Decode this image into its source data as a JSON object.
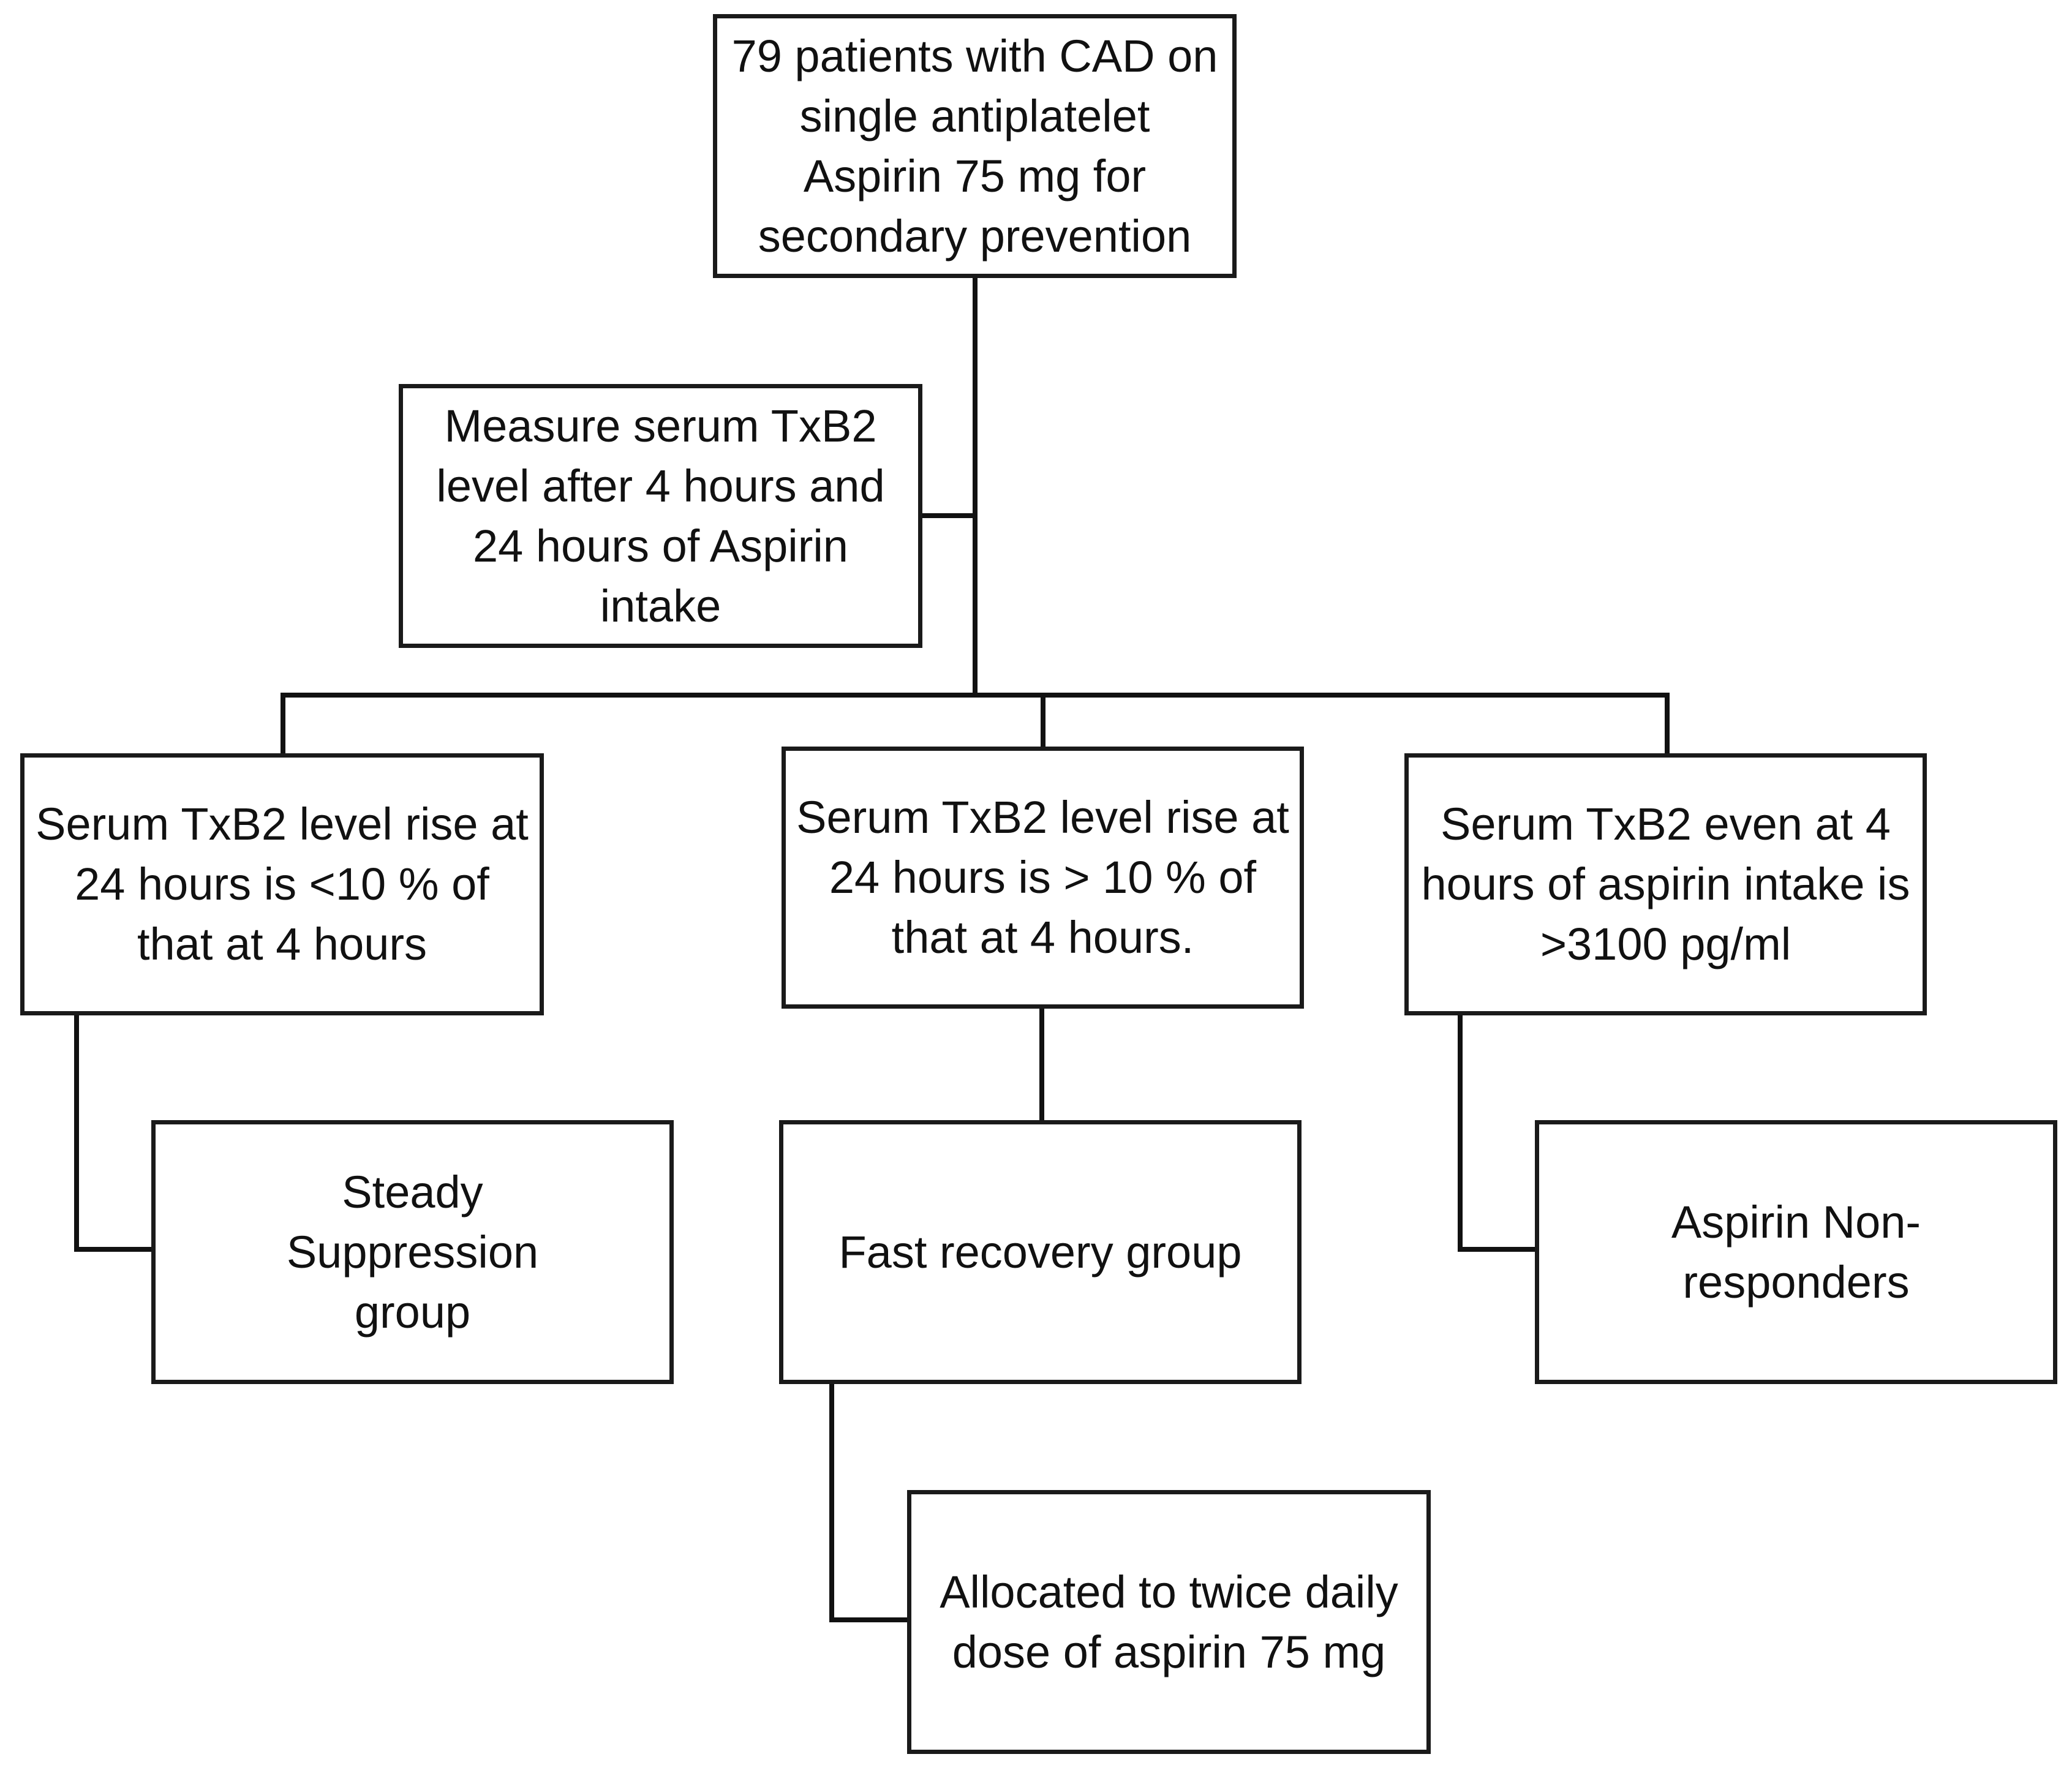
{
  "nodes": {
    "start": "79 patients with CAD on single antiplatelet Aspirin 75 mg for secondary prevention",
    "measure": "Measure serum TxB2 level after 4 hours and 24 hours of Aspirin intake",
    "criterion_low": "Serum TxB2 level rise at 24 hours is <10 % of that at 4 hours",
    "criterion_high": "Serum TxB2 level rise at 24 hours is > 10 % of that at 4 hours.",
    "criterion_nonresponse": "Serum TxB2 even at 4 hours of aspirin intake is >3100 pg/ml",
    "steady": "Steady Suppression group",
    "fast": "Fast recovery group",
    "nonresponders": "Aspirin Non-responders",
    "allocated": "Allocated to twice daily dose of aspirin 75 mg"
  },
  "colors": {
    "line": "#111111",
    "border": "#1a1a1a",
    "text": "#111111",
    "background": "#ffffff"
  }
}
